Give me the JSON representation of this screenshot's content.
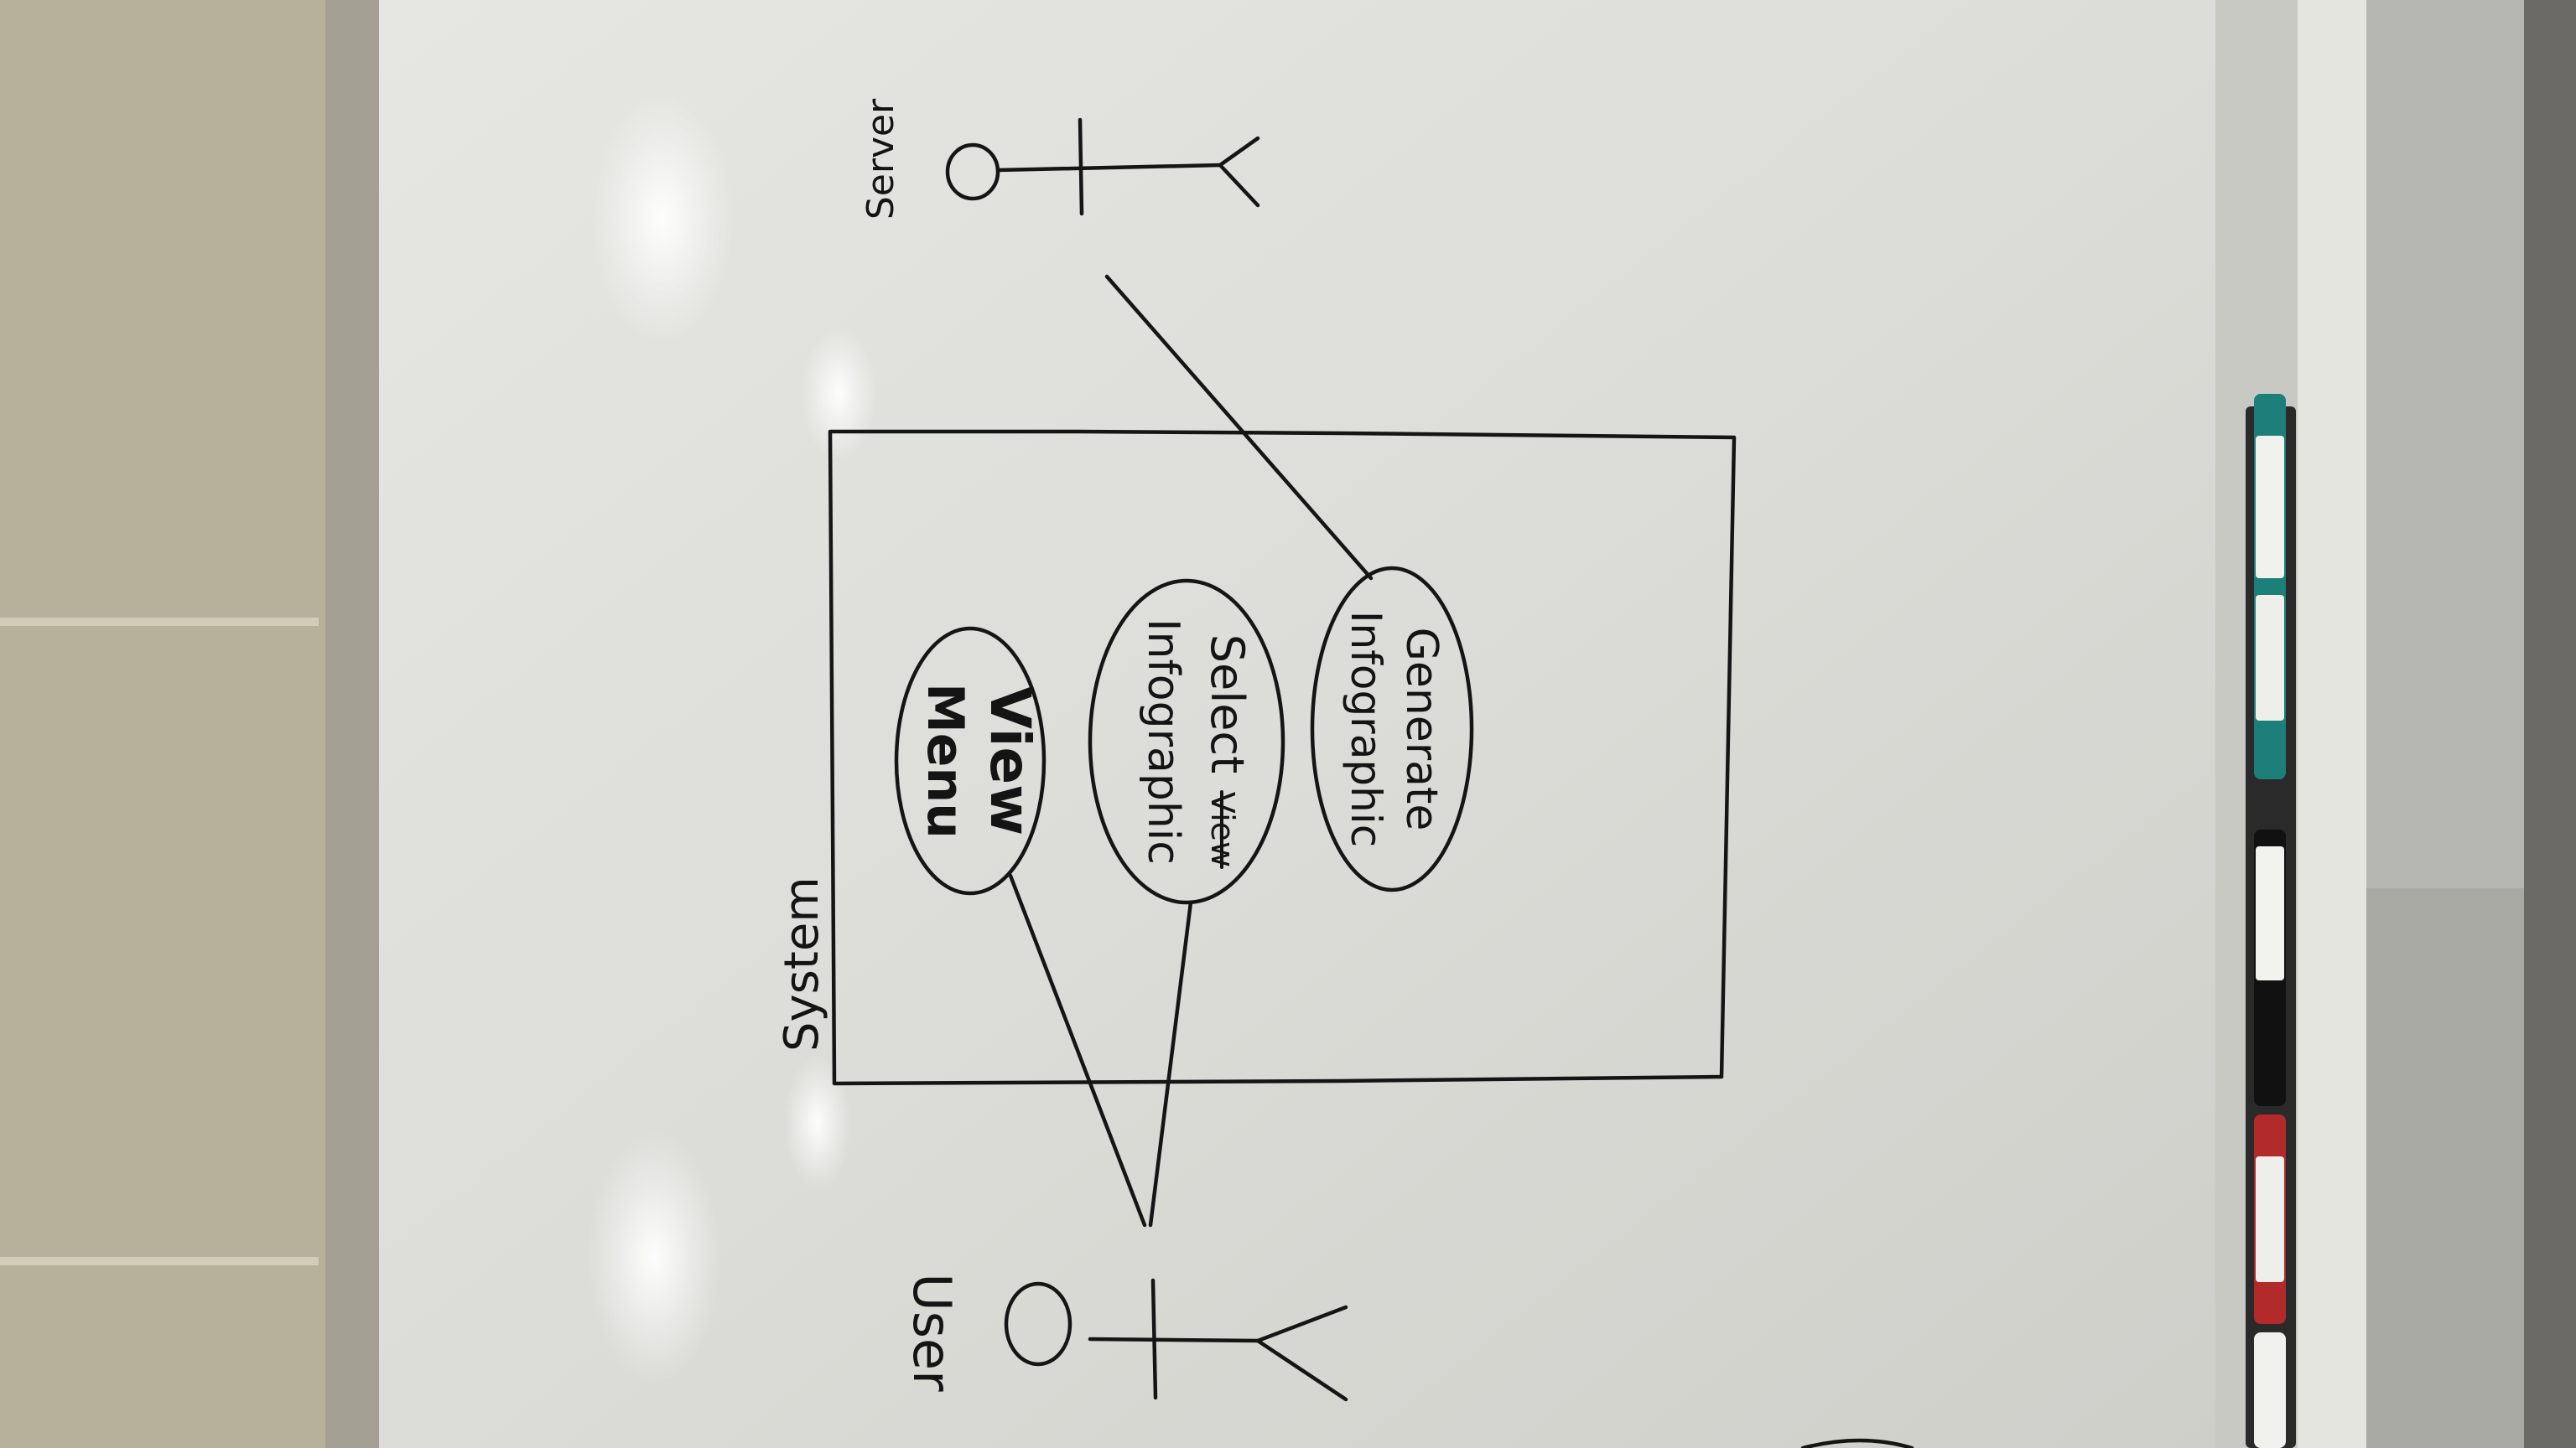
{
  "diagram": {
    "system_label": "System",
    "use_cases": [
      {
        "id": "view-menu",
        "lines": [
          "View",
          "Menu"
        ]
      },
      {
        "id": "select-infographic",
        "lines": [
          "Select",
          "Infographic"
        ],
        "struck_fragment": "View"
      },
      {
        "id": "generate-infographic",
        "lines": [
          "Generate",
          "Infographic"
        ]
      }
    ],
    "actors": [
      {
        "id": "user",
        "label": "User"
      },
      {
        "id": "server",
        "label": "Server"
      }
    ],
    "associations": [
      {
        "actor": "user",
        "use_case": "view-menu"
      },
      {
        "actor": "user",
        "use_case": "select-infographic"
      },
      {
        "actor": "server",
        "use_case": "generate-infographic"
      }
    ]
  }
}
